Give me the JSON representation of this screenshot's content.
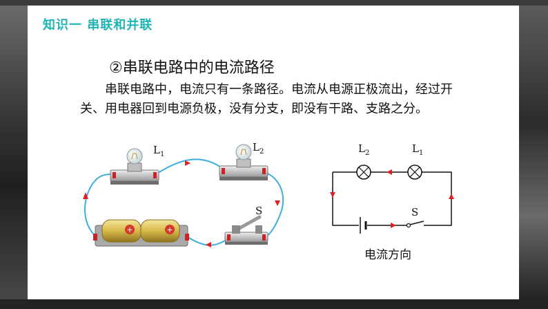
{
  "heading": "知识一  串联和并联",
  "subtitle": "②串联电路中的电流路径",
  "paragraph": "串联电路中，电流只有一条路径。电流从电源正极流出，经过开关、用电器回到电源负极，没有分支，即没有干路、支路之分。",
  "left_diagram": {
    "lamp1_label": "L",
    "lamp1_sub": "1",
    "lamp2_label": "L",
    "lamp2_sub": "2",
    "switch_label": "S",
    "battery_plus_1": "+",
    "battery_plus_2": "+"
  },
  "right_diagram": {
    "lamp2_label": "L",
    "lamp2_sub": "2",
    "lamp1_label": "L",
    "lamp1_sub": "1",
    "switch_label": "S"
  },
  "caption": "电流方向",
  "colors": {
    "heading": "#1fb3b3",
    "wire": "#3aaede",
    "arrow": "#e02020"
  }
}
